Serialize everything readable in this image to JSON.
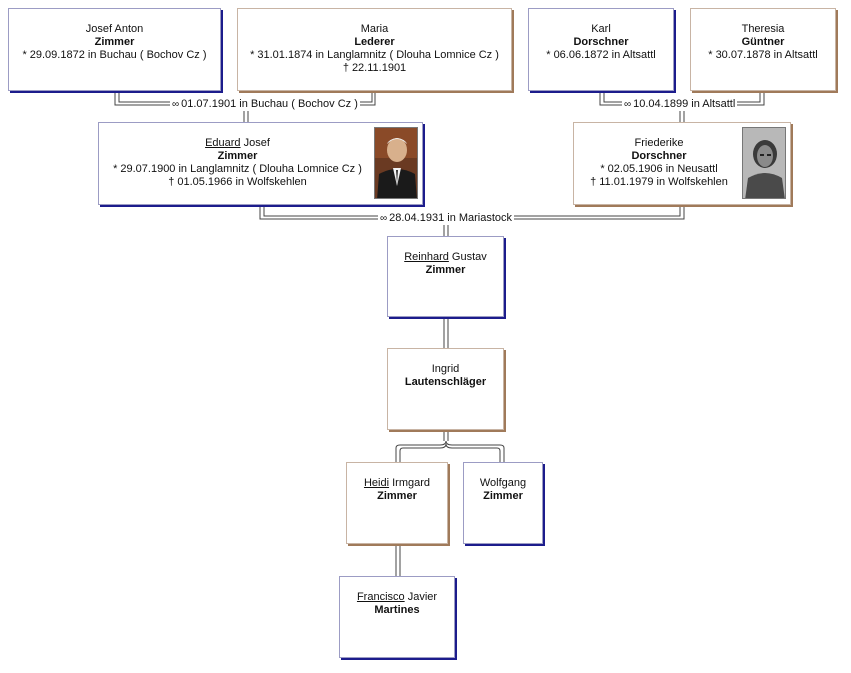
{
  "persons": {
    "josef": {
      "first": "Josef Anton",
      "last": "Zimmer",
      "birth": "29.09.1872 in Buchau ( Bochov Cz )"
    },
    "maria": {
      "first": "Maria",
      "last": "Lederer",
      "birth": "31.01.1874 in Langlamnitz ( Dlouha Lomnice Cz )",
      "death": "22.11.1901"
    },
    "karl": {
      "first": "Karl",
      "last": "Dorschner",
      "birth": "06.06.1872 in Altsattl"
    },
    "theresia": {
      "first": "Theresia",
      "last": "Güntner",
      "birth": "30.07.1878 in Altsattl"
    },
    "eduard": {
      "first_u": "Eduard",
      "first_rest": " Josef",
      "last": "Zimmer",
      "birth": "29.07.1900 in Langlamnitz ( Dlouha Lomnice Cz )",
      "death": "01.05.1966 in Wolfskehlen"
    },
    "friederike": {
      "first": "Friederike",
      "last": "Dorschner",
      "birth": "02.05.1906 in Neusattl",
      "death": "11.01.1979 in Wolfskehlen"
    },
    "reinhard": {
      "first_u": "Reinhard",
      "first_rest": " Gustav",
      "last": "Zimmer"
    },
    "ingrid": {
      "first": "Ingrid",
      "last": "Lautenschläger"
    },
    "heidi": {
      "first_u": "Heidi",
      "first_rest": " Irmgard",
      "last": "Zimmer"
    },
    "wolfgang": {
      "first": "Wolfgang",
      "last": "Zimmer"
    },
    "francisco": {
      "first_u": "Francisco",
      "first_rest": " Javier",
      "last": "Martines"
    }
  },
  "marriages": {
    "m1": "01.07.1901 in Buchau ( Bochov Cz )",
    "m2": "10.04.1899 in Altsattl",
    "m3": "28.04.1931 in Mariastock"
  },
  "symbols": {
    "birth": "*",
    "death": "†",
    "marriage": "∞"
  }
}
